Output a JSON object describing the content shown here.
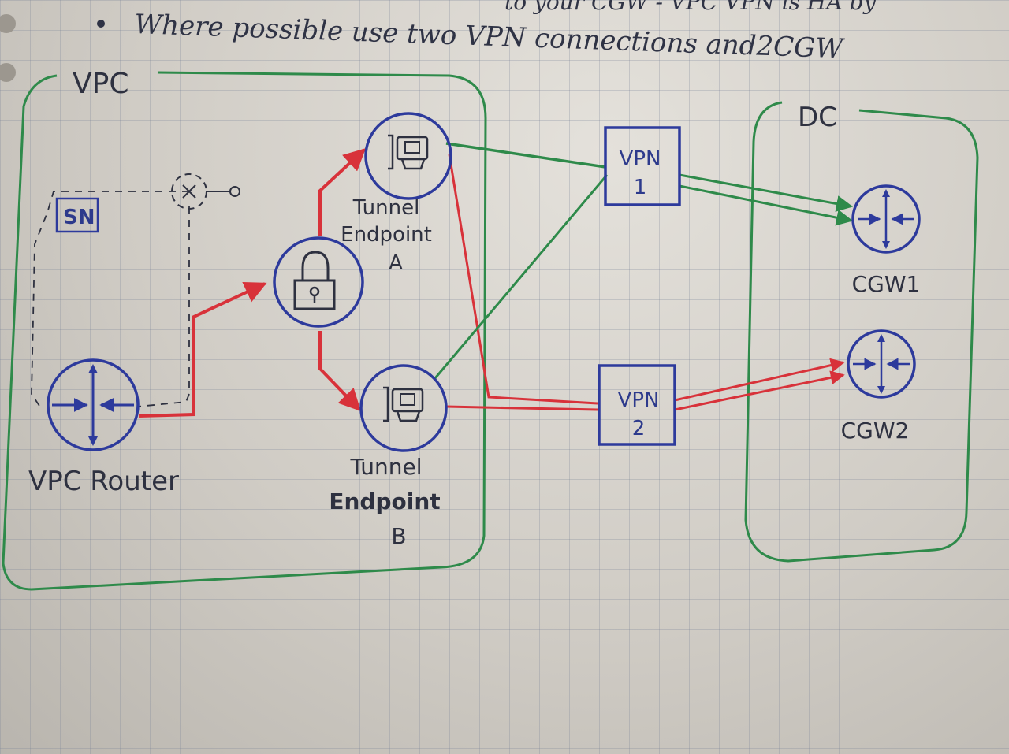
{
  "notes": {
    "line1": "to your CGW - VPC VPN is HA by",
    "line2": "Where possible use two VPN connections and2CGW"
  },
  "diagram": {
    "vpc_label": "VPC",
    "dc_label": "DC",
    "subnet_label": "SN",
    "vpc_router_label": "VPC Router",
    "endpoint_a_label": [
      "Tunnel",
      "Endpoint",
      "A"
    ],
    "endpoint_b_label": [
      "Tunnel",
      "Endpoint",
      "B"
    ],
    "vpn1_label": [
      "VPN",
      "1"
    ],
    "vpn2_label": [
      "VPN",
      "2"
    ],
    "cgw1_label": "CGW1",
    "cgw2_label": "CGW2"
  },
  "colors": {
    "green_ink": "#2e8a4a",
    "red_ink": "#d8323a",
    "blue_ink": "#2d3a9c",
    "dark_ink": "#2e3140"
  },
  "icons": {
    "router": "router-icon",
    "lock": "lock-icon",
    "tunnel": "tunnel-icon",
    "nat": "x-icon"
  }
}
